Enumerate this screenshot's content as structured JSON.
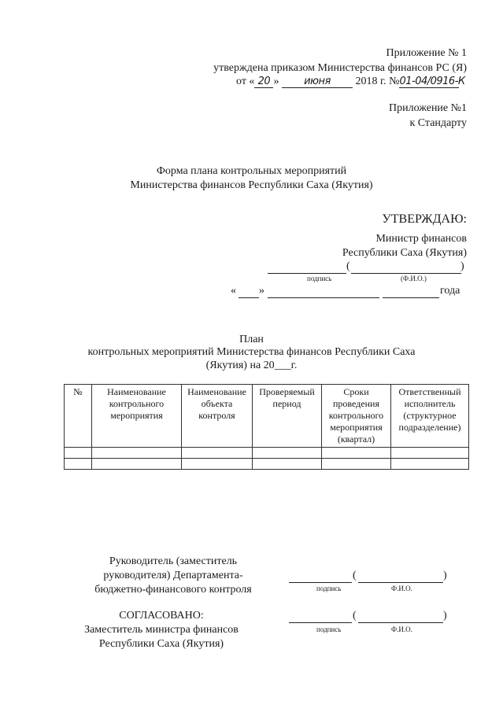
{
  "header": {
    "appendix1": "Приложение № 1",
    "approved_by": "утверждена  приказом Министерства финансов РС (Я)",
    "order_from": "от «",
    "order_day": "20",
    "order_day_close": "»",
    "order_month": "июня",
    "order_year": "2018 г. №",
    "order_number": "01-04/0916-К",
    "appendix_standard": "Приложение №1",
    "to_standard": "к Стандарту"
  },
  "form_title": {
    "line1": "Форма плана контрольных мероприятий",
    "line2": "Министерства финансов Республики Саха (Якутия)"
  },
  "approval": {
    "approve": "УТВЕРЖДАЮ:",
    "minister_line1": "Министр финансов",
    "minister_line2": "Республики Саха (Якутия)",
    "paren_open": "(",
    "paren_close": ")",
    "signature_caption": "подпись",
    "name_caption": "(Ф.И.О.)",
    "date_open": "«",
    "date_mid": "»",
    "year_suffix": "года"
  },
  "plan_title": {
    "line1": "План",
    "line2": "контрольных мероприятий Министерства финансов Республики Саха",
    "line3": "(Якутия) на 20___г."
  },
  "table": {
    "headers": [
      "№",
      "Наименование контрольного мероприятия",
      "Наименование объекта контроля",
      "Проверяемый период",
      "Сроки проведения контрольного мероприятия (квартал)",
      "Ответственный исполнитель (структурное подразделение)"
    ]
  },
  "footer": {
    "head_line1": "Руководитель (заместитель",
    "head_line2": "руководителя) Департамента-",
    "head_line3": "бюджетно-финансового контроля",
    "agreed": "СОГЛАСОВАНО:",
    "deputy_line1": "Заместитель министра финансов",
    "deputy_line2": "Республики Саха (Якутия)",
    "paren_open": "(",
    "paren_close": ")",
    "signature_caption": "подпись",
    "name_caption": "Ф.И.О."
  }
}
